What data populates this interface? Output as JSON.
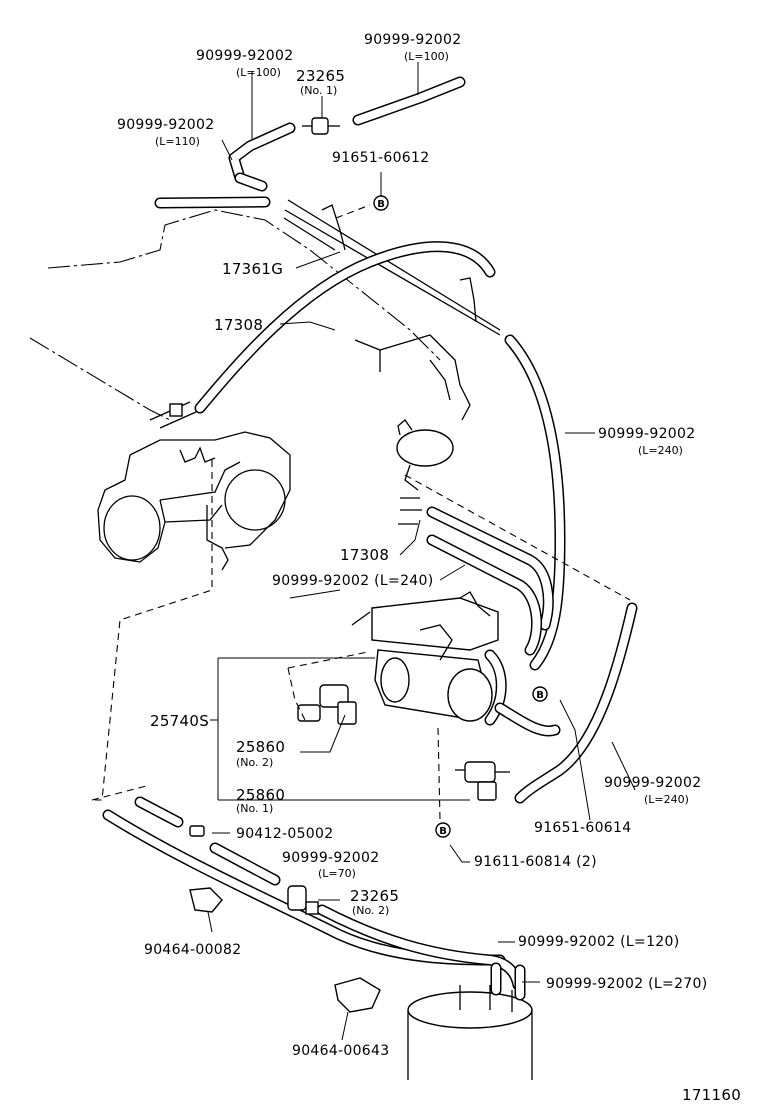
{
  "labels": {
    "hose_l100_a": "90999-92002",
    "hose_l100_a_len": "(L=100)",
    "hose_l100_b": "90999-92002",
    "hose_l100_b_len": "(L=100)",
    "vsv_no1_top": "23265",
    "vsv_no1_top_sub": "(No. 1)",
    "hose_l110": "90999-92002",
    "hose_l110_len": "(L=110)",
    "bolt_top": "91651-60612",
    "bracket": "17361G",
    "pipe_upper": "17308",
    "hose_l240_right": "90999-92002",
    "hose_l240_right_len": "(L=240)",
    "pipe_lower": "17308",
    "hose_l240_mid": "90999-92002 (L=240)",
    "assembly": "25740S",
    "vsv_no2": "25860",
    "vsv_no2_sub": "(No. 2)",
    "vsv_no1": "25860",
    "vsv_no1_sub": "(No. 1)",
    "hose_l240_lower": "90999-92002",
    "hose_l240_lower_len": "(L=240)",
    "bolt_lower": "91651-60614",
    "plug": "90412-05002",
    "hose_l70": "90999-92002",
    "hose_l70_len": "(L=70)",
    "bolt_pair": "91611-60814 (2)",
    "vsv_no2_bottom": "23265",
    "vsv_no2_bottom_sub": "(No. 2)",
    "clamp_a": "90464-00082",
    "hose_l120": "90999-92002 (L=120)",
    "hose_l270": "90999-92002 (L=270)",
    "clamp_b": "90464-00643",
    "figure_number": "171160",
    "callout_b": "B"
  }
}
